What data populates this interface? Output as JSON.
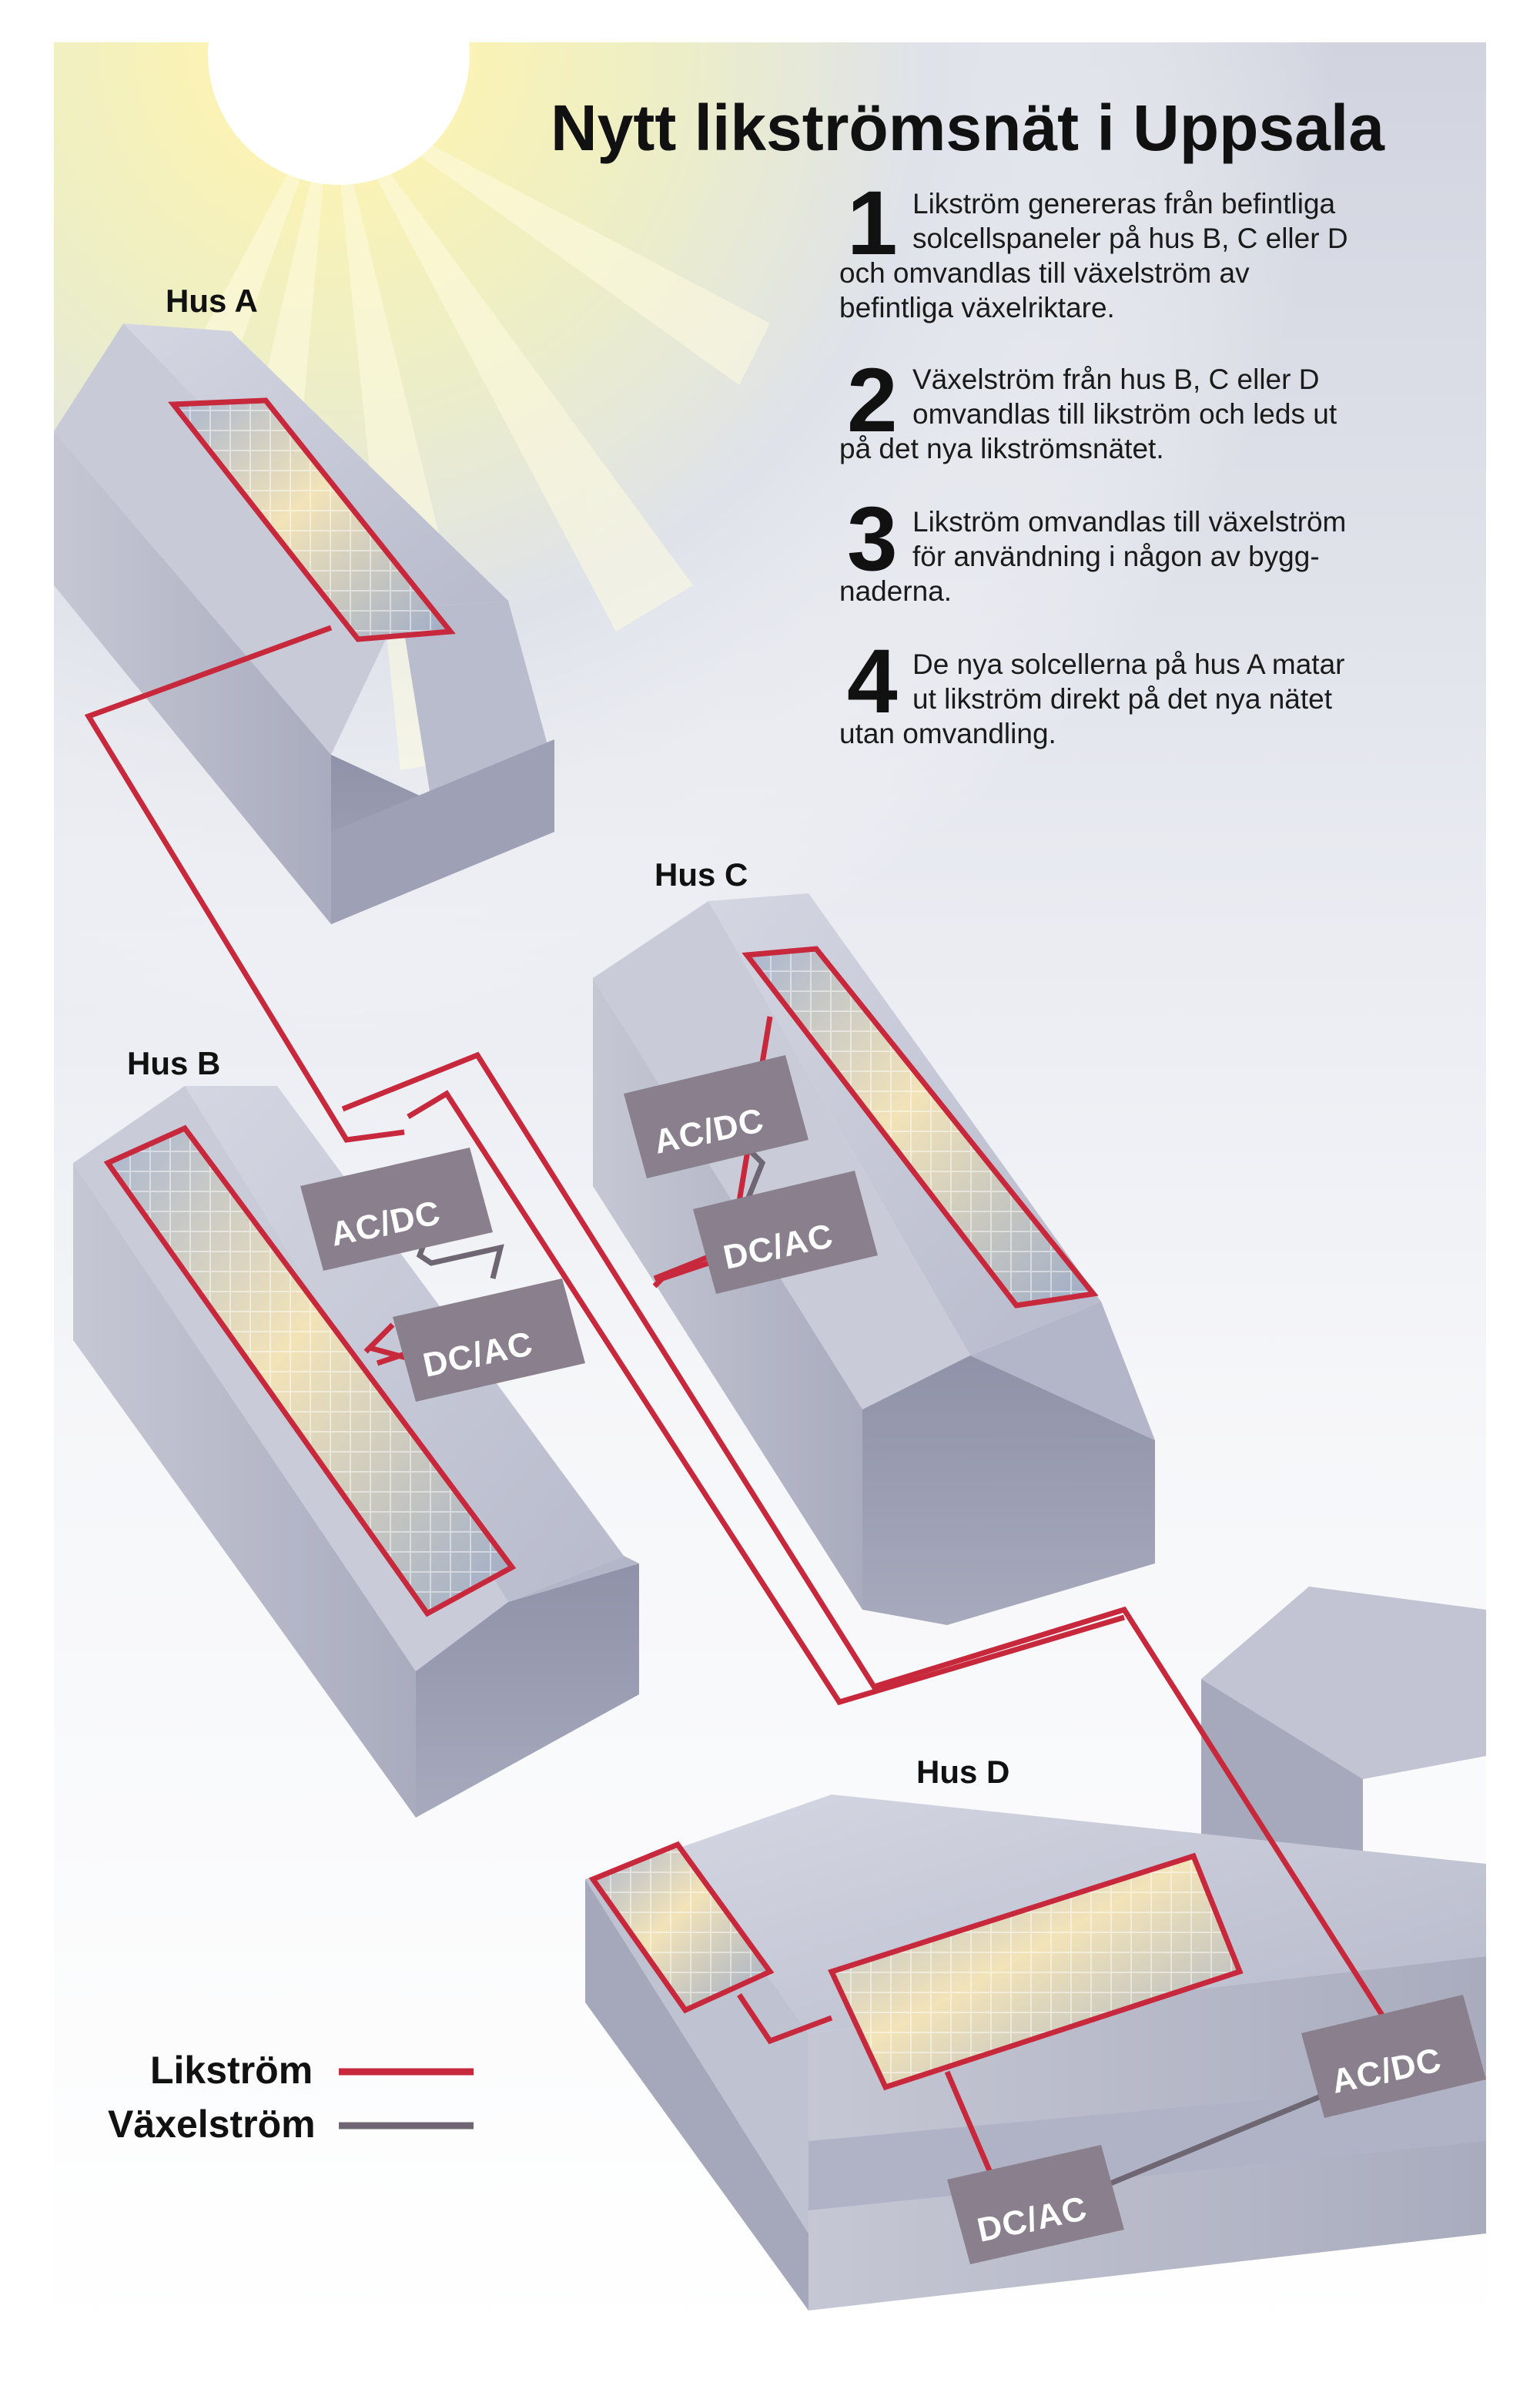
{
  "title": "Nytt likströmsnät i Uppsala",
  "steps": [
    {
      "number": "1",
      "lines": [
        "Likström genereras från befintliga",
        "solcellspaneler på hus B, C eller D",
        "och omvandlas till växelström av",
        "befintliga växelriktare."
      ]
    },
    {
      "number": "2",
      "lines": [
        "Växelström från hus B, C eller D",
        "omvandlas till likström och leds ut",
        "på det nya likströmsnätet."
      ]
    },
    {
      "number": "3",
      "lines": [
        "Likström omvandlas till växelström",
        "för användning i någon av bygg-",
        "naderna."
      ]
    },
    {
      "number": "4",
      "lines": [
        "De nya solcellerna på hus A matar",
        "ut likström direkt på det nya nätet",
        "utan omvandling."
      ]
    }
  ],
  "houses": {
    "a": "Hus A",
    "b": "Hus B",
    "c": "Hus C",
    "d": "Hus D"
  },
  "converters": {
    "acdc": "AC/DC",
    "dcac": "DC/AC"
  },
  "legend": {
    "dc": "Likström",
    "ac": "Växelström"
  },
  "colors": {
    "dc_line": "#c8283c",
    "ac_line": "#6e6672",
    "converter_box": "#8a7f8c",
    "sun": "#fff7b8"
  }
}
